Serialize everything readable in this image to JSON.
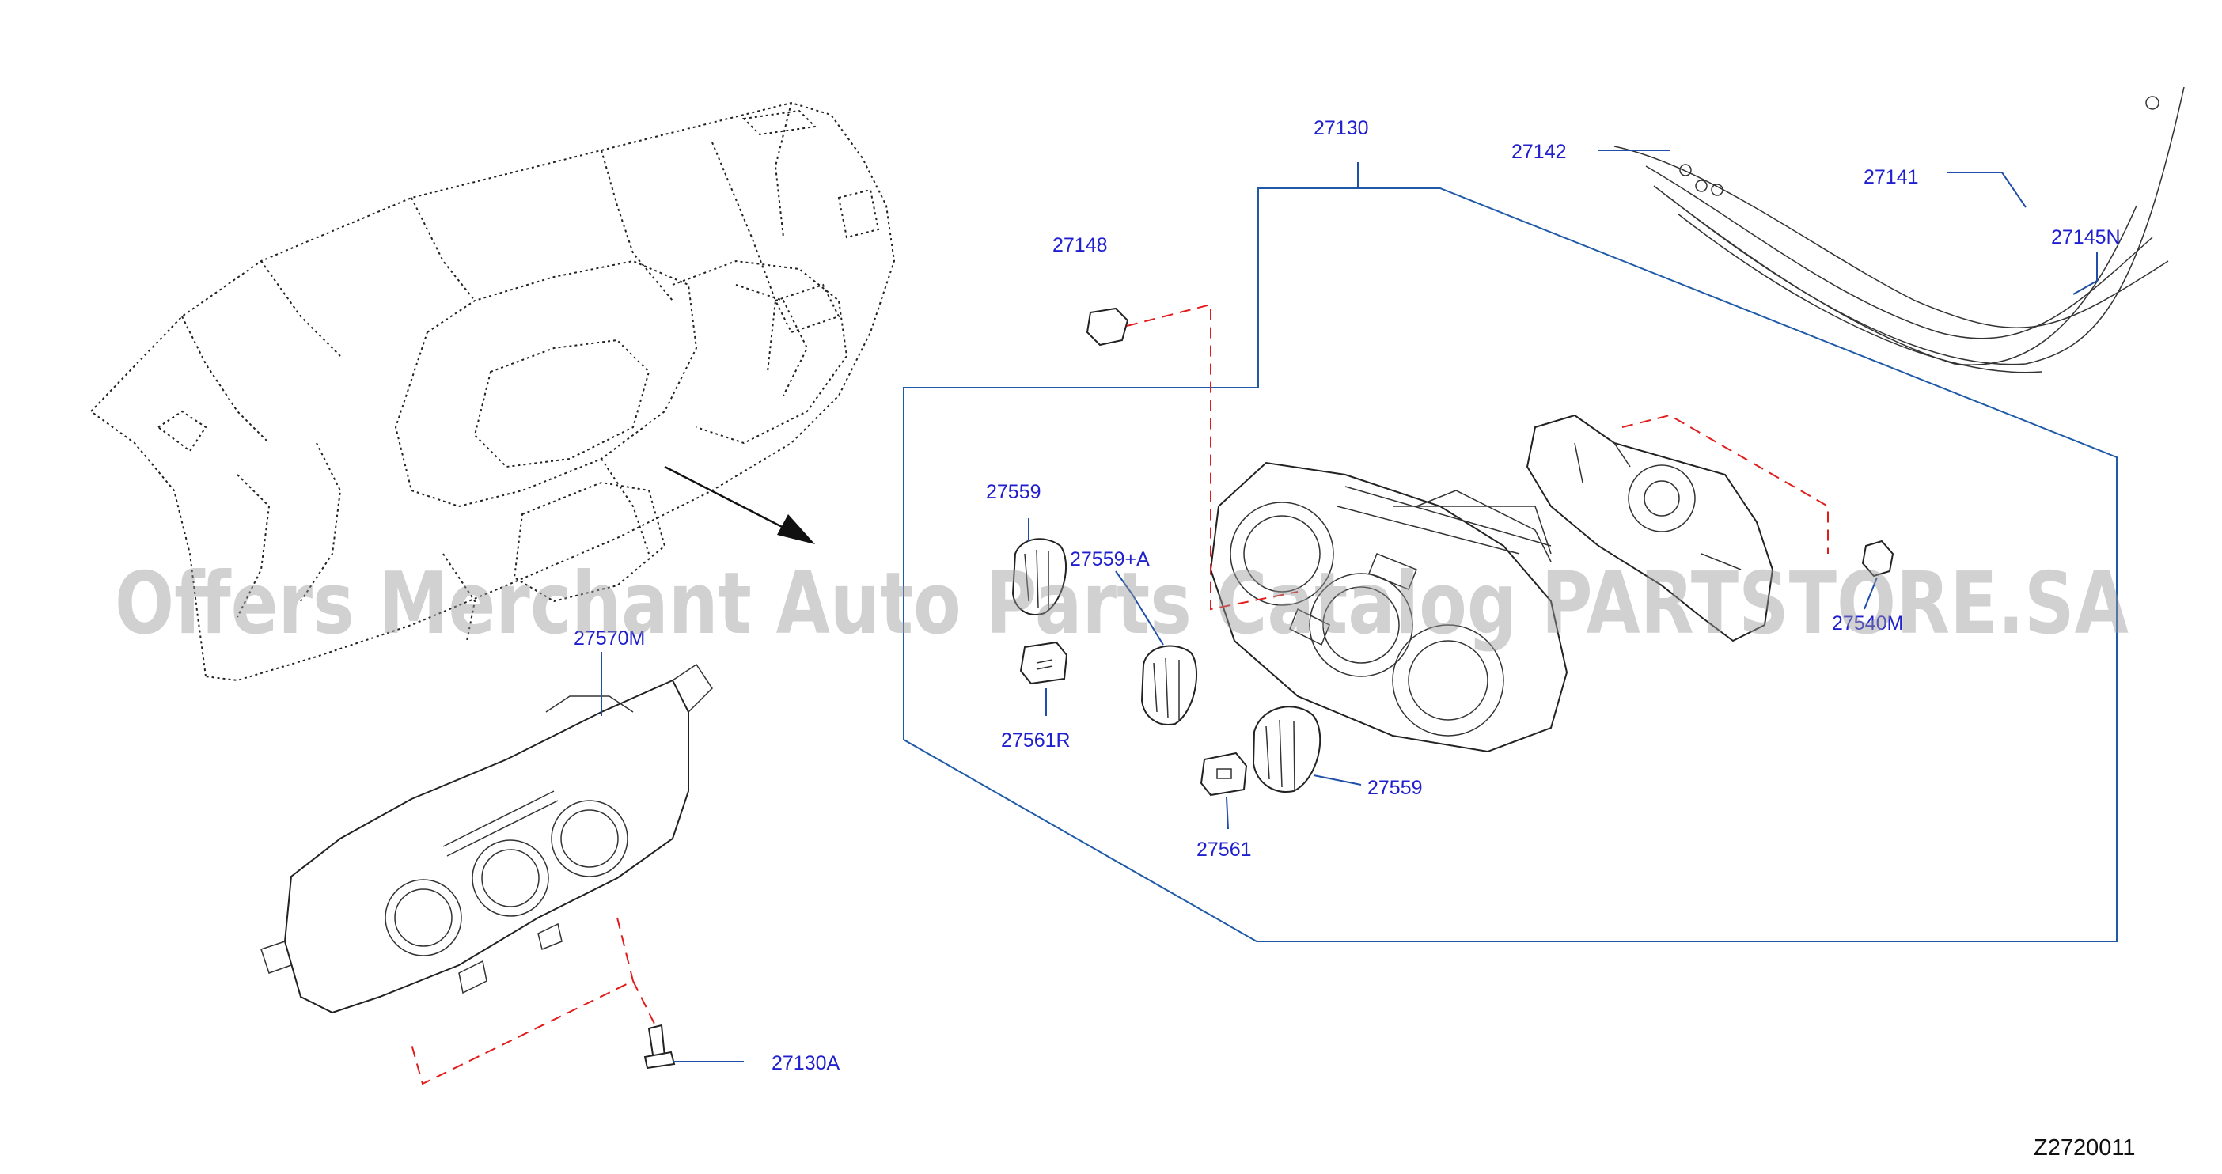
{
  "diagram": {
    "callouts": {
      "p27130": "27130",
      "p27142": "27142",
      "p27141": "27141",
      "p27145n": "27145N",
      "p27148": "27148",
      "p27559_top": "27559",
      "p27559a": "27559+A",
      "p27561r": "27561R",
      "p27559_bottom": "27559",
      "p27561": "27561",
      "p27570m": "27570M",
      "p27130a": "27130A",
      "p27540m": "27540M"
    },
    "figure_code": "Z2720011",
    "watermark": "Offers Merchant Auto Parts Catalog PARTSTORE.SA",
    "colors": {
      "callout_text": "#1f1fcf",
      "leader_line": "#1f4fa8",
      "dashed_line": "#e21b1b",
      "watermark": "#9a9a9a"
    }
  }
}
